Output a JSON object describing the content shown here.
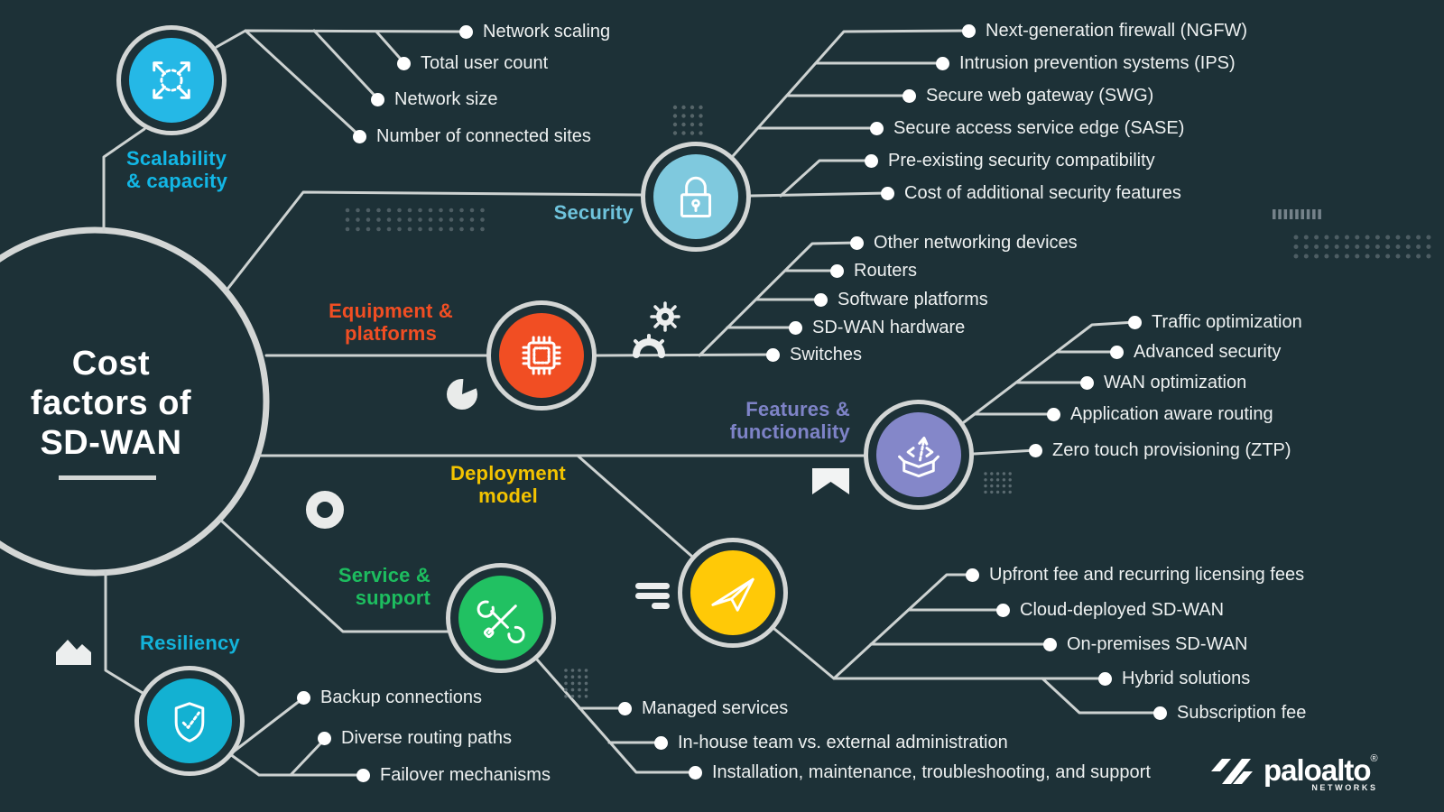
{
  "title": {
    "lines": [
      "Cost",
      "factors of",
      "SD-WAN"
    ]
  },
  "branches": {
    "scalability": {
      "label_lines": [
        "Scalability",
        "& capacity"
      ],
      "color": "#12b7e6",
      "fill": "#25b8e6",
      "items": [
        "Network scaling",
        "Total user count",
        "Network size",
        "Number of connected sites"
      ]
    },
    "security": {
      "label_lines": [
        "Security"
      ],
      "color": "#6fc4dd",
      "fill": "#7fc9de",
      "items": [
        "Next-generation firewall (NGFW)",
        "Intrusion prevention systems (IPS)",
        "Secure web gateway (SWG)",
        "Secure access service edge (SASE)",
        "Pre-existing security compatibility",
        "Cost of additional security features"
      ]
    },
    "equipment": {
      "label_lines": [
        "Equipment &",
        "platforms"
      ],
      "color": "#f14e23",
      "fill": "#f14e23",
      "items": [
        "Other networking devices",
        "Routers",
        "Software platforms",
        "SD-WAN hardware",
        "Switches"
      ]
    },
    "features": {
      "label_lines": [
        "Features &",
        "functionality"
      ],
      "color": "#7e83c7",
      "fill": "#8487c9",
      "items": [
        "Traffic optimization",
        "Advanced security",
        "WAN optimization",
        "Application aware routing",
        "Zero touch provisioning (ZTP)"
      ]
    },
    "deployment": {
      "label_lines": [
        "Deployment",
        "model"
      ],
      "color": "#f3c300",
      "fill": "#ffc907",
      "items": [
        "Upfront fee and recurring licensing fees",
        "Cloud-deployed SD-WAN",
        "On-premises SD-WAN",
        "Hybrid solutions",
        "Subscription fee"
      ]
    },
    "service": {
      "label_lines": [
        "Service &",
        "support"
      ],
      "color": "#1dbd5f",
      "fill": "#21c162",
      "items": [
        "Managed services",
        "In-house team vs. external administration",
        "Installation, maintenance, troubleshooting, and support"
      ]
    },
    "resiliency": {
      "label_lines": [
        "Resiliency"
      ],
      "color": "#13b3da",
      "fill": "#13b1d2",
      "items": [
        "Backup connections",
        "Diverse routing paths",
        "Failover mechanisms"
      ]
    }
  },
  "logo": {
    "brand": "paloalto",
    "registered": "®",
    "sub": "NETWORKS"
  }
}
